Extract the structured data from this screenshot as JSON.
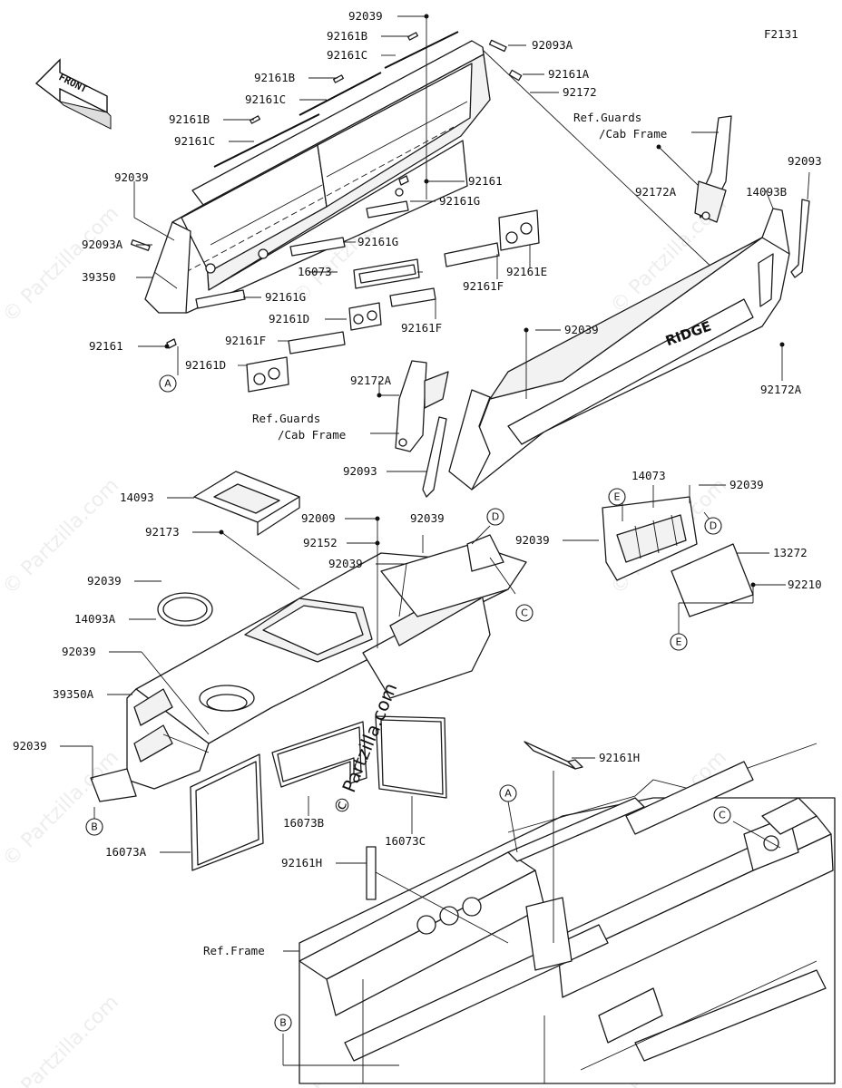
{
  "figure_code": "F2131",
  "front_label": "FRONT",
  "watermark": "© Partzilla.com",
  "ref_guards_line1": "Ref.Guards",
  "ref_guards_line2": "/Cab Frame",
  "ref_frame": "Ref.Frame",
  "bed_logo": "RIDGE",
  "callouts": {
    "A": "A",
    "B": "B",
    "C": "C",
    "D": "D",
    "E": "E"
  },
  "labels": {
    "p92039_top": "92039",
    "p92161B_1": "92161B",
    "p92161C_1": "92161C",
    "p92093A_r": "92093A",
    "p92161A": "92161A",
    "p92172": "92172",
    "p92161B_2": "92161B",
    "p92161C_2": "92161C",
    "p92161B_3": "92161B",
    "p92161C_3": "92161C",
    "p92039_l": "92039",
    "p92093A_l": "92093A",
    "p39350": "39350",
    "p92161": "92161",
    "p92161G_1": "92161G",
    "p92161G_2": "92161G",
    "p92161G_3": "92161G",
    "p16073": "16073",
    "p92161D_1": "92161D",
    "p92161F_1": "92161F",
    "p92161D_2": "92161D",
    "p92161E": "92161E",
    "p92161F_2": "92161F",
    "p92161F_3": "92161F",
    "p92161_mid": "92161",
    "p92172A_1": "92172A",
    "p92093_r": "92093",
    "p14093B": "14093B",
    "p92039_mid": "92039",
    "p92172A_2": "92172A",
    "p92172A_3": "92172A",
    "p92093_mid": "92093",
    "p14093": "14093",
    "p92173": "92173",
    "p92009": "92009",
    "p92152": "92152",
    "p92039_d": "92039",
    "p92039_c": "92039",
    "p14073": "14073",
    "p92039_e1": "92039",
    "p92039_e2": "92039",
    "p13272": "13272",
    "p92210": "92210",
    "p92039_h": "92039",
    "p14093A": "14093A",
    "p92039_j": "92039",
    "p39350A": "39350A",
    "p92039_k": "92039",
    "p16073B": "16073B",
    "p16073C": "16073C",
    "p16073A": "16073A",
    "p92161H_1": "92161H",
    "p92161H_2": "92161H"
  }
}
